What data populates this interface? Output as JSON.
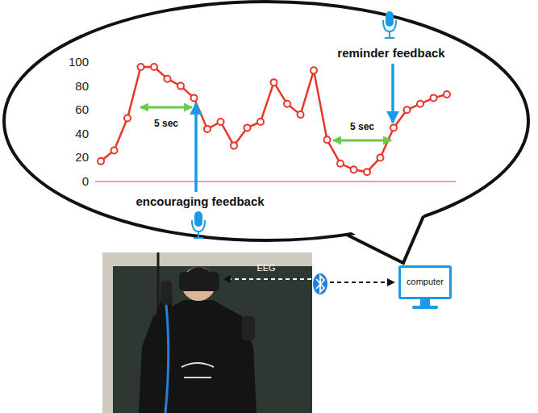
{
  "diagram": {
    "nodes": [
      {
        "text": [
          "computer"
        ]
      }
    ],
    "labels": [
      "100",
      "80",
      "60",
      "40",
      "20",
      "0",
      "5 sec",
      "5 sec",
      "encouraging feedback",
      "reminder feedback",
      "EEG"
    ]
  }
}
